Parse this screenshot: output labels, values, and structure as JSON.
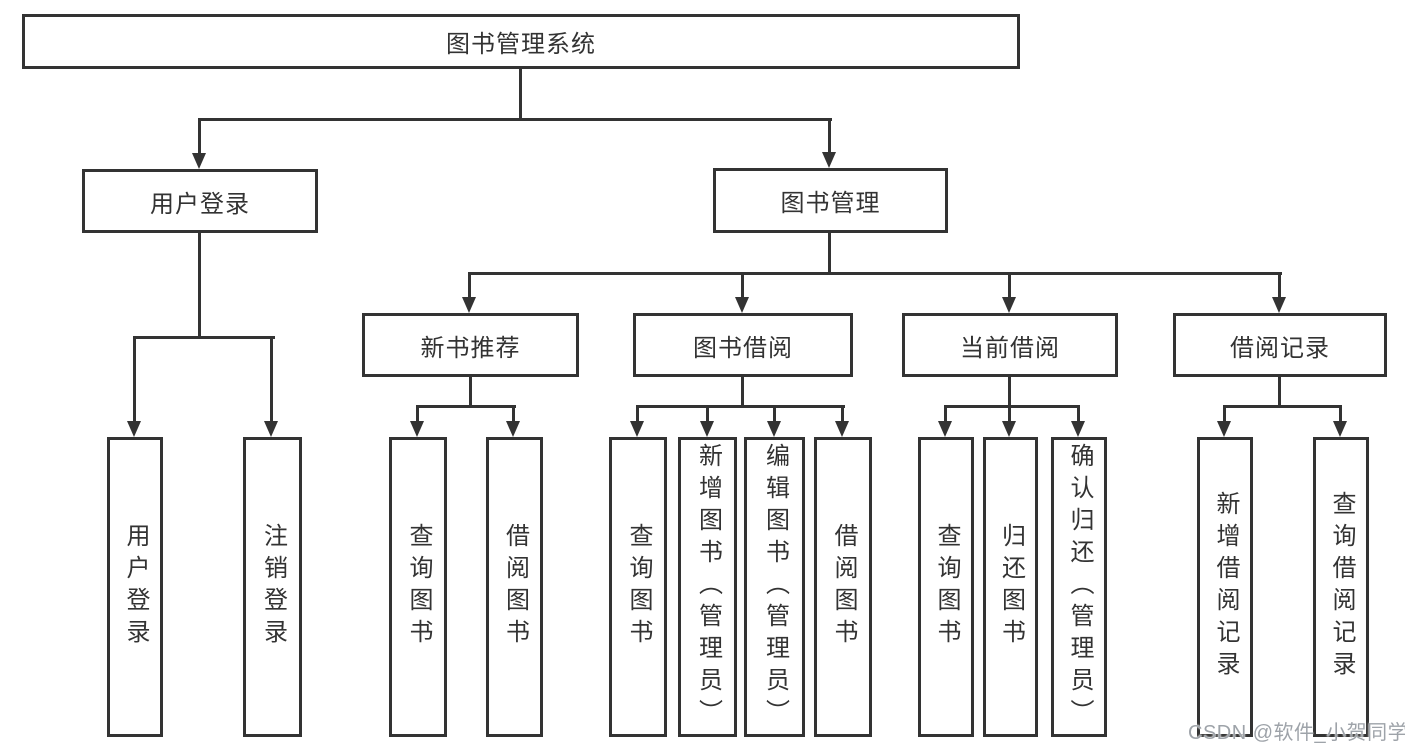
{
  "diagram": {
    "root": {
      "label": "图书管理系统"
    },
    "level2": {
      "user_login": {
        "label": "用户登录",
        "children": [
          {
            "label": "用户登录"
          },
          {
            "label": "注销登录"
          }
        ]
      },
      "book_management": {
        "label": "图书管理",
        "sections": [
          {
            "label": "新书推荐",
            "children": [
              {
                "label": "查询图书"
              },
              {
                "label": "借阅图书"
              }
            ]
          },
          {
            "label": "图书借阅",
            "children": [
              {
                "label": "查询图书"
              },
              {
                "label": "新增图书（管理员）"
              },
              {
                "label": "编辑图书（管理员）"
              },
              {
                "label": "借阅图书"
              }
            ]
          },
          {
            "label": "当前借阅",
            "children": [
              {
                "label": "查询图书"
              },
              {
                "label": "归还图书"
              },
              {
                "label": "确认归还（管理员）"
              }
            ]
          },
          {
            "label": "借阅记录",
            "children": [
              {
                "label": "新增借阅记录"
              },
              {
                "label": "查询借阅记录"
              }
            ]
          }
        ]
      }
    }
  },
  "watermark": {
    "text": "CSDN @软件_小贺同学"
  },
  "colors": {
    "line": "#333333",
    "text": "#333333",
    "node_background": "#ffffff",
    "background": "#ffffff",
    "watermark": "#9ea3a9"
  }
}
